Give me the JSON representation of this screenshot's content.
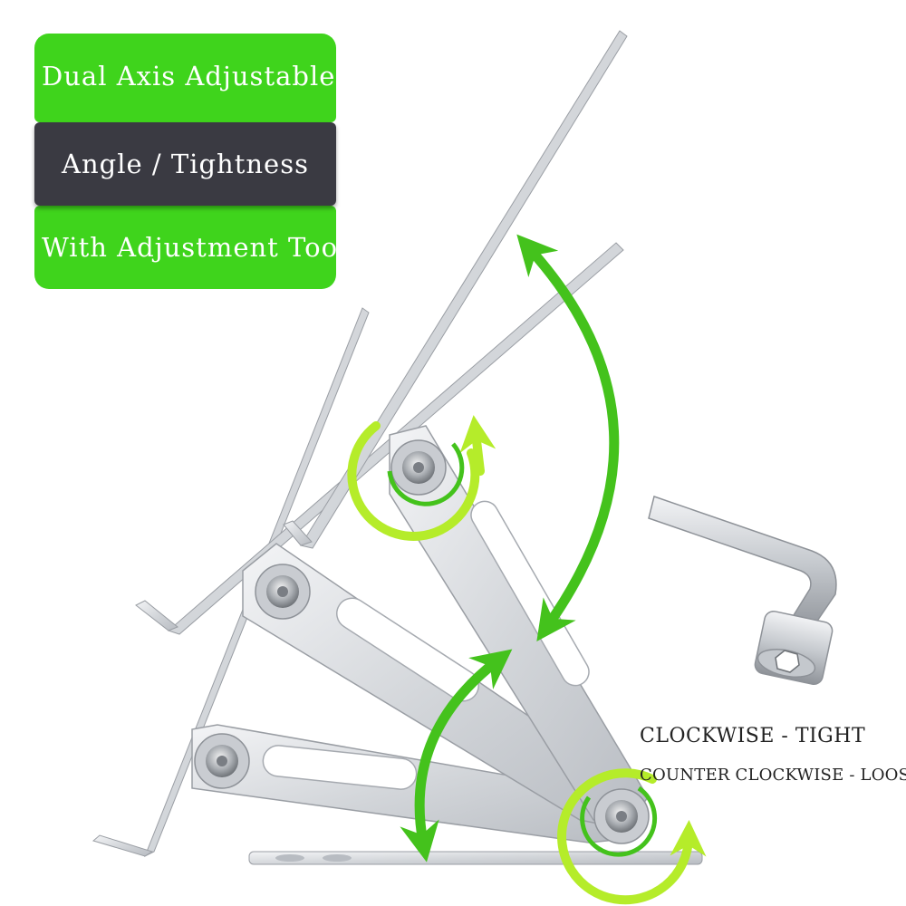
{
  "badges": {
    "top_label": "Dual Axis Adjustable",
    "middle_label": "Angle / Tightness",
    "bottom_label": "With Adjustment Tool"
  },
  "captions": {
    "tight": "CLOCKWISE - TIGHT",
    "loose": "COUNTER CLOCKWISE - LOOSE"
  },
  "colors": {
    "badge_green": "#3fd41c",
    "badge_dark": "#3a3a42",
    "arrow_green": "#44c21c",
    "ring_green": "#b5ec2a",
    "aluminum": "#d6d9dd",
    "aluminum_edge": "#9a9ea4"
  },
  "icons": {
    "stand": "laptop-stand-illustration",
    "wrench": "hex-wrench-icon"
  }
}
